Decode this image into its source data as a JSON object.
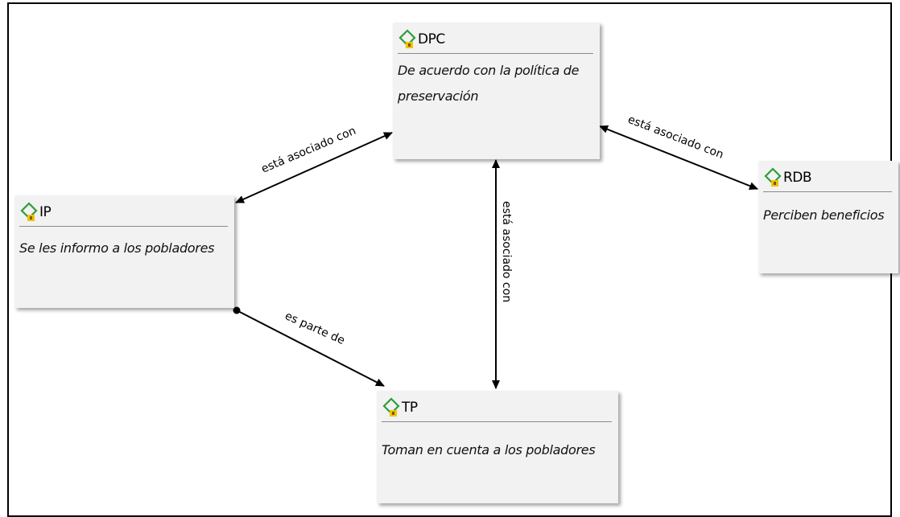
{
  "nodes": {
    "dpc": {
      "code": "DPC",
      "description": "De acuerdo con la política de preservación",
      "icon": "concept-diamond-icon"
    },
    "ip": {
      "code": "IP",
      "description": "Se les informo a los pobladores",
      "icon": "concept-diamond-icon"
    },
    "rdb": {
      "code": "RDB",
      "description": "Perciben beneficios",
      "icon": "concept-diamond-icon"
    },
    "tp": {
      "code": "TP",
      "description": "Toman en cuenta a los pobladores",
      "icon": "concept-diamond-icon"
    }
  },
  "edges": [
    {
      "from": "IP",
      "to": "DPC",
      "label": "está asociado con",
      "style": "bidirectional"
    },
    {
      "from": "DPC",
      "to": "RDB",
      "label": "está asociado con",
      "style": "bidirectional"
    },
    {
      "from": "DPC",
      "to": "TP",
      "label": "está asociado con",
      "style": "bidirectional"
    },
    {
      "from": "IP",
      "to": "TP",
      "label": "es parte de",
      "style": "dot-to-arrow"
    }
  ],
  "colors": {
    "node_fill": "#f2f2f2",
    "icon_green": "#2e9e3a",
    "icon_yellow": "#f2c200",
    "line": "#000000"
  }
}
